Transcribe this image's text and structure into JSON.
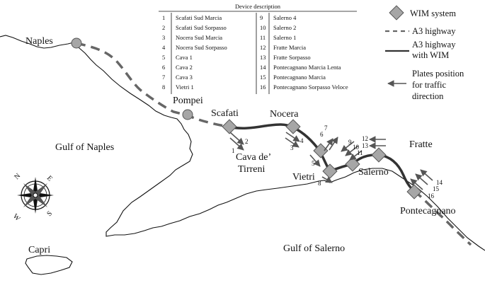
{
  "places": {
    "naples": "Naples",
    "pompei": "Pompei",
    "scafati": "Scafati",
    "nocera": "Nocera",
    "cava_line1": "Cava de’",
    "cava_line2": "Tirreni",
    "vietri": "Vietri",
    "salerno": "Salerno",
    "fratte": "Fratte",
    "pontecagnano": "Pontecagnano",
    "capri": "Capri",
    "gulf_naples": "Gulf of Naples",
    "gulf_salerno": "Gulf of Salerno"
  },
  "compass": {
    "n": "N",
    "e": "E",
    "s": "S",
    "w": "W"
  },
  "table": {
    "title": "Device description",
    "devices": [
      {
        "num": "1",
        "name": "Scafati Sud Marcia"
      },
      {
        "num": "2",
        "name": "Scafati Sud Sorpasso"
      },
      {
        "num": "3",
        "name": "Nocera Sud Marcia"
      },
      {
        "num": "4",
        "name": "Nocera Sud Sorpasso"
      },
      {
        "num": "5",
        "name": "Cava 1"
      },
      {
        "num": "6",
        "name": "Cava 2"
      },
      {
        "num": "7",
        "name": "Cava 3"
      },
      {
        "num": "8",
        "name": "Vietri 1"
      },
      {
        "num": "9",
        "name": "Salerno 4"
      },
      {
        "num": "10",
        "name": "Salerno 2"
      },
      {
        "num": "11",
        "name": "Salerno 1"
      },
      {
        "num": "12",
        "name": "Fratte Marcia"
      },
      {
        "num": "13",
        "name": "Fratte Sorpasso"
      },
      {
        "num": "14",
        "name": "Pontecagnano Marcia Lenta"
      },
      {
        "num": "15",
        "name": "Pontecagnano Marcia"
      },
      {
        "num": "16",
        "name": "Pontecagnano Sorpasso Veloce"
      }
    ]
  },
  "legend": {
    "wim": "WIM system",
    "a3": "A3 highway",
    "a3wim_line1": "A3 highway",
    "a3wim_line2": "with WIM",
    "plates_line1": "Plates position",
    "plates_line2": "for traffic",
    "plates_line3": "direction"
  },
  "plate_labels": [
    "1",
    "2",
    "3",
    "4",
    "5",
    "6",
    "7",
    "8",
    "9",
    "10",
    "11",
    "12",
    "13",
    "14",
    "15",
    "16"
  ],
  "colors": {
    "coast": "#111111",
    "highway_dashed": "#666666",
    "highway_wim": "#333333",
    "wim_marker": "#a6a6a6",
    "arrow": "#555555"
  }
}
